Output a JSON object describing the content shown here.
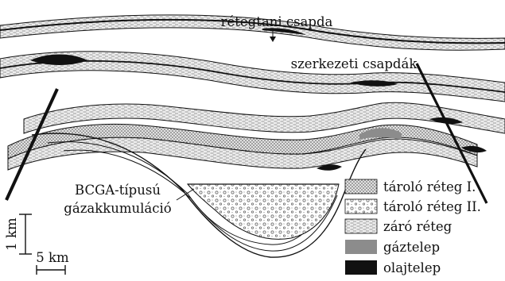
{
  "annotations": {
    "stratigraphic_trap": "rétegtani csapda",
    "structural_traps": "szerkezeti csapdák",
    "bcga_line1": "BCGA-típusú",
    "bcga_line2": "gázakkumuláció"
  },
  "scale": {
    "vertical": "1 km",
    "horizontal": "5 km"
  },
  "legend": [
    {
      "label": "tároló réteg I.",
      "pattern": "fine-dots"
    },
    {
      "label": "tároló réteg II.",
      "pattern": "coarse-dots"
    },
    {
      "label": "záró réteg",
      "pattern": "dashes"
    },
    {
      "label": "gáztelep",
      "pattern": "gray"
    },
    {
      "label": "olajtelep",
      "pattern": "black"
    }
  ],
  "colors": {
    "gas": "#8c8c8c",
    "oil": "#111111",
    "reservoir_fill": "#d2d2d2",
    "line": "#111111"
  }
}
